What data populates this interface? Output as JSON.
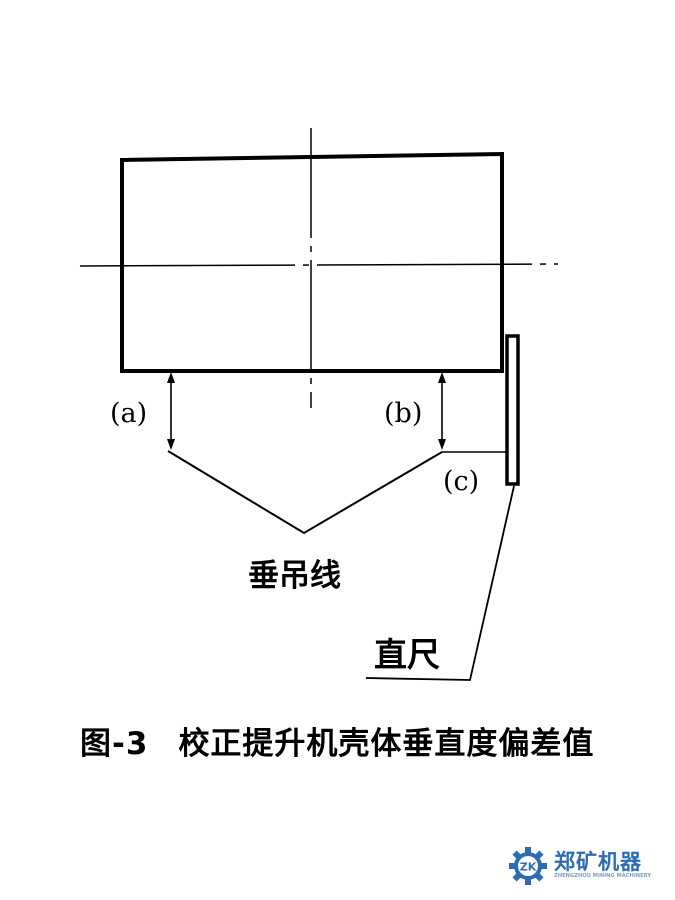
{
  "diagram": {
    "label_a": "(a)",
    "label_b": "(b)",
    "label_c": "(c)",
    "plumb_line_label": "垂吊线",
    "ruler_label": "直尺"
  },
  "caption": {
    "figure_number": "图-3",
    "text": "校正提升机壳体垂直度偏差值"
  },
  "watermark": {
    "name": "郑矿机器",
    "subtitle": "ZHENGZHOU MINING MACHINERY",
    "logo_text": "ZK",
    "color": "#2b6cb8"
  }
}
